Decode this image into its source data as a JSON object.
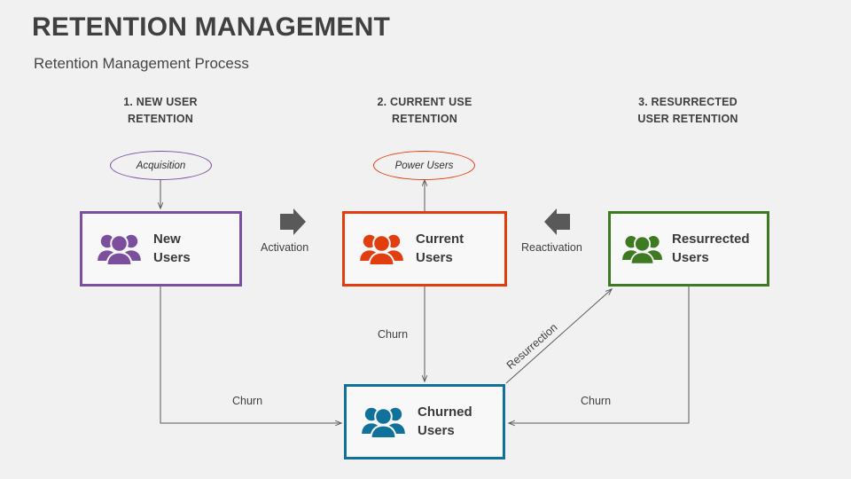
{
  "page": {
    "title": "RETENTION MANAGEMENT",
    "subtitle": "Retention Management Process",
    "background_color": "#F1F1F1",
    "title_color": "#404040"
  },
  "columns": [
    {
      "name": "new-user-retention",
      "line1": "1. NEW USER",
      "line2": "RETENTION"
    },
    {
      "name": "current-use-retention",
      "line1": "2. CURRENT USE",
      "line2": "RETENTION"
    },
    {
      "name": "resurrected-user-retention",
      "line1": "3. RESURRECTED",
      "line2": "USER RETENTION"
    }
  ],
  "ellipses": [
    {
      "name": "acquisition",
      "label": "Acquisition",
      "color": "#7B4F9D"
    },
    {
      "name": "power-users",
      "label": "Power Users",
      "color": "#E13D0E"
    }
  ],
  "nodes": [
    {
      "name": "new-users",
      "label": "New\nUsers",
      "color": "#7B4F9D",
      "icon": "people-group-icon"
    },
    {
      "name": "current-users",
      "label": "Current\nUsers",
      "color": "#E13D0E",
      "icon": "people-group-icon"
    },
    {
      "name": "resurrected-users",
      "label": "Resurrected\nUsers",
      "color": "#3D7A22",
      "icon": "people-group-icon"
    },
    {
      "name": "churned-users",
      "label": "Churned\nUsers",
      "color": "#10729B",
      "icon": "people-group-icon"
    }
  ],
  "connectors": [
    {
      "name": "activation",
      "label": "Activation",
      "style": "block-arrow-right",
      "color": "#595959"
    },
    {
      "name": "reactivation",
      "label": "Reactivation",
      "style": "block-arrow-left",
      "color": "#595959"
    },
    {
      "name": "churn-center",
      "label": "Churn",
      "style": "line-arrow-down",
      "color": "#595959"
    },
    {
      "name": "churn-left",
      "label": "Churn",
      "style": "elbow-arrow-right",
      "color": "#595959"
    },
    {
      "name": "churn-right",
      "label": "Churn",
      "style": "elbow-arrow-left",
      "color": "#595959"
    },
    {
      "name": "resurrection",
      "label": "Resurrection",
      "style": "diagonal-arrow-up-right",
      "color": "#595959"
    },
    {
      "name": "acquisition-flow",
      "label": "",
      "style": "line-arrow-down",
      "color": "#595959"
    },
    {
      "name": "power-users-flow",
      "label": "",
      "style": "line-arrow-up",
      "color": "#595959"
    }
  ]
}
